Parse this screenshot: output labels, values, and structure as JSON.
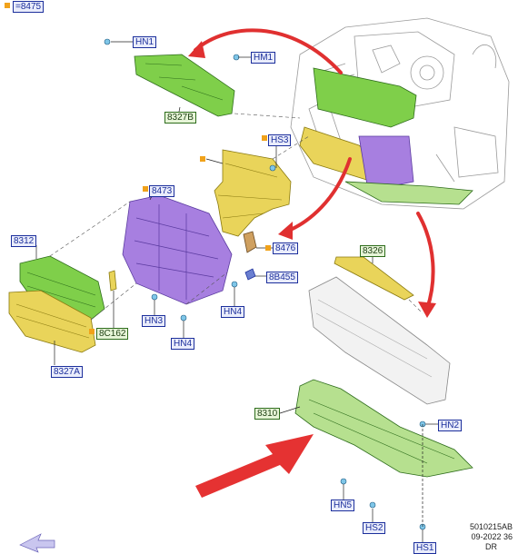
{
  "labels": {
    "ref_8475": "=8475",
    "hn1_a": "HN1",
    "hm1": "HM1",
    "p8327b": "8327B",
    "hs3": "HS3",
    "p8473": "8473",
    "p8312": "8312",
    "p8476": "8476",
    "p8b455": "8B455",
    "hn3": "HN3",
    "hn4_a": "HN4",
    "hn4_b": "HN4",
    "p8c162": "8C162",
    "p8327a": "8327A",
    "p8326": "8326",
    "p8310": "8310",
    "hn2": "HN2",
    "hn5": "HN5",
    "hs2": "HS2",
    "hs1": "HS1"
  },
  "footer": {
    "line1": "5010215AB",
    "line2": "09-2022 36",
    "line3": "DR"
  },
  "colors": {
    "green_part": "#7fcf4a",
    "yellow_part": "#e9d45a",
    "purple_part": "#a77fe0",
    "arrow_red": "#e03030",
    "callout_blue": "#1c2f9c"
  },
  "icons": [
    "orientation-arrow-icon"
  ]
}
